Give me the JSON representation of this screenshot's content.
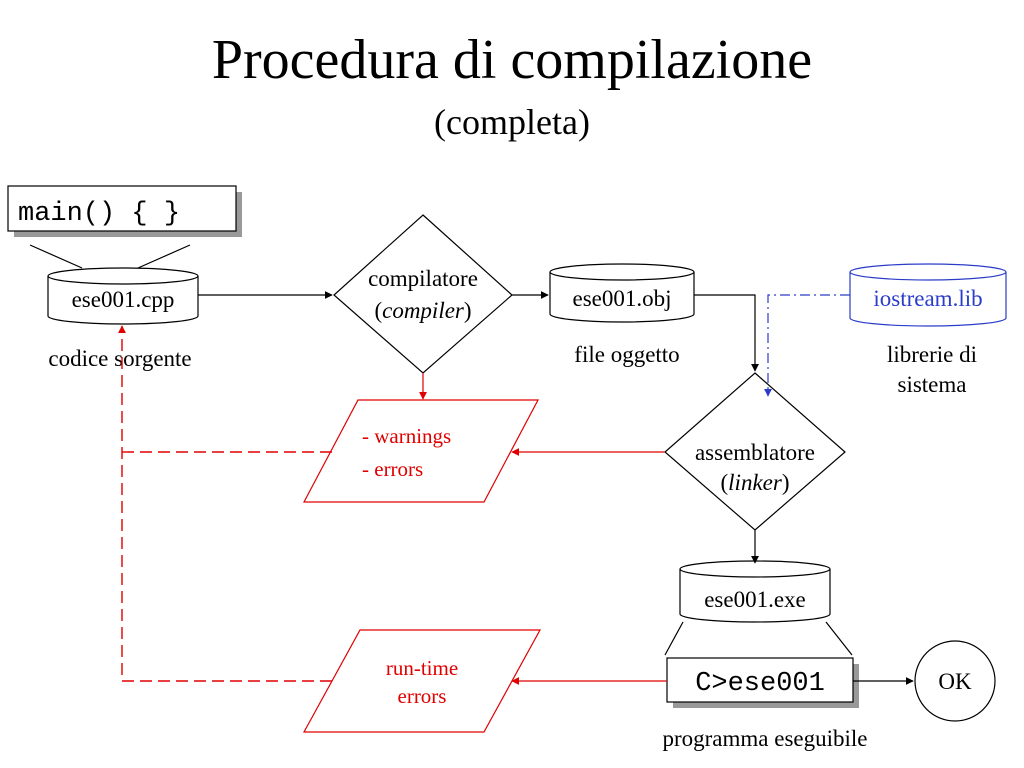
{
  "title": "Procedura di compilazione",
  "subtitle": "(completa)",
  "colors": {
    "error": "#e00000",
    "library": "#2a3cc8",
    "shadow": "#999999",
    "ink": "#000000"
  },
  "nodes": {
    "source_code": "main() { }",
    "source_file": "ese001.cpp",
    "source_label": "codice sorgente",
    "compiler_line1": "compilatore",
    "compiler_open": "(",
    "compiler_italic": "compiler",
    "compiler_close": ")",
    "object_file": "ese001.obj",
    "object_label": "file oggetto",
    "library_file": "iostream.lib",
    "library_label_1": "librerie di",
    "library_label_2": "sistema",
    "linker_line1": "assemblatore",
    "linker_open": "(",
    "linker_italic": "linker",
    "linker_close": ")",
    "compile_errors_1": "- warnings",
    "compile_errors_2": "- errors",
    "exe_file": "ese001.exe",
    "run_command": "C>ese001",
    "exe_label": "programma eseguibile",
    "runtime_errors_1": "run-time",
    "runtime_errors_2": "errors",
    "ok": "OK"
  }
}
